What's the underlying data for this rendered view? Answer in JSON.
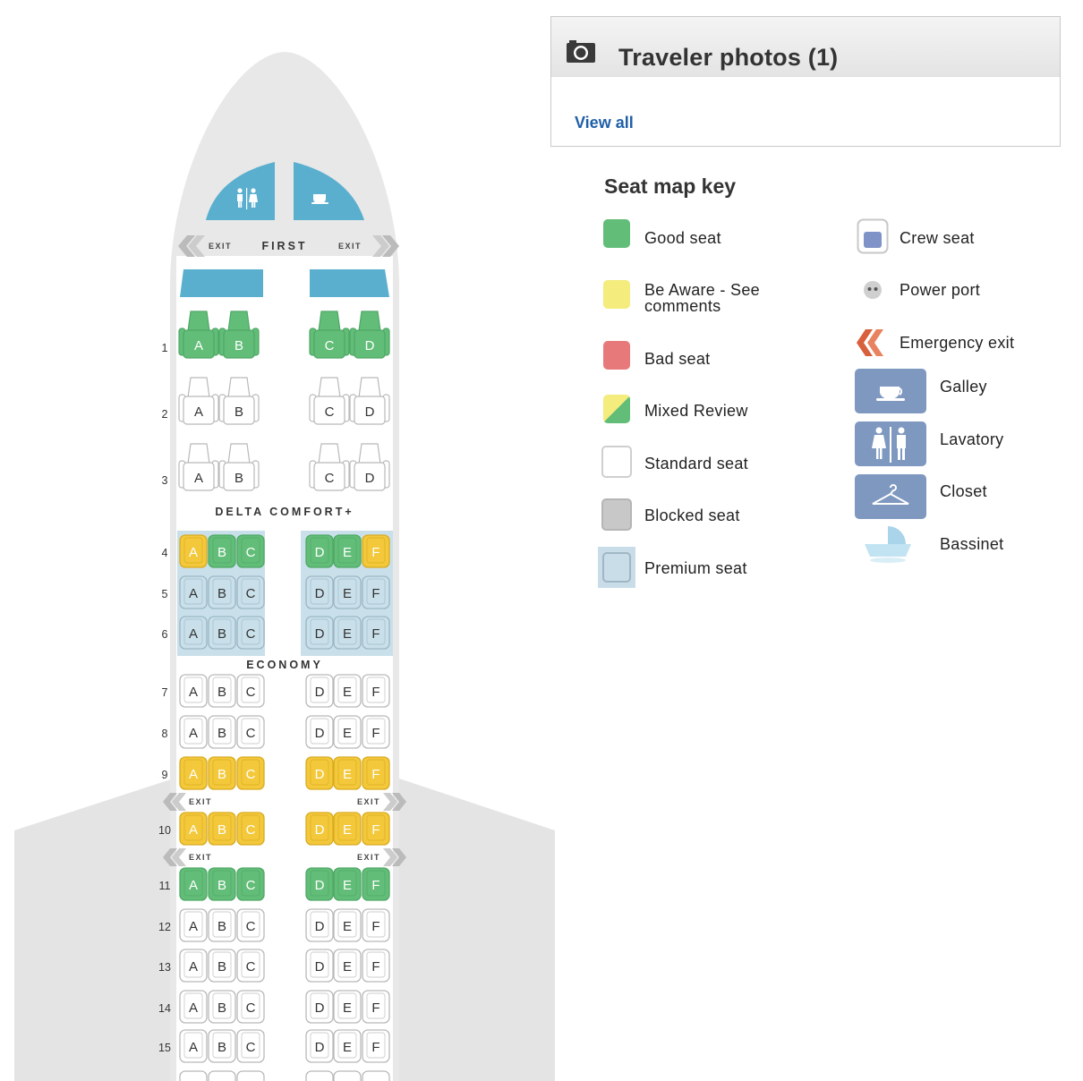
{
  "traveler_photos": {
    "title": "Traveler photos (1)",
    "view_all": "View all"
  },
  "seat_map_key": {
    "title": "Seat map key",
    "items": [
      {
        "label": "Good seat",
        "color": "#6cbf7b"
      },
      {
        "label": "Be Aware - See\ncomments",
        "color": "#f4ec7c"
      },
      {
        "label": "Bad seat",
        "color": "#e8797a"
      },
      {
        "label": "Mixed Review",
        "color": "#6cbf7b"
      },
      {
        "label": "Standard seat",
        "color": "#ffffff"
      },
      {
        "label": "Blocked seat",
        "color": "#c8c8c8"
      },
      {
        "label": "Premium seat",
        "color": "#c9dde8"
      },
      {
        "label": "Crew seat",
        "icon": "crew-seat-icon"
      },
      {
        "label": "Power port",
        "icon": "power-port-icon"
      },
      {
        "label": "Emergency exit",
        "icon": "emergency-exit-icon"
      },
      {
        "label": "Galley",
        "icon": "galley-icon"
      },
      {
        "label": "Lavatory",
        "icon": "lavatory-icon"
      },
      {
        "label": "Closet",
        "icon": "closet-icon"
      },
      {
        "label": "Bassinet",
        "icon": "bassinet-icon"
      }
    ]
  },
  "colors": {
    "good": "#62bd78",
    "aware": "#f3c83a",
    "premium": "#c9e0ea",
    "standard": "#ffffff",
    "fuselage": "#e6e6e6",
    "facility": "#5aafcf"
  },
  "seat_map": {
    "first_label": "FIRST",
    "comfort_label": "DELTA COMFORT+",
    "economy_label": "ECONOMY",
    "exit_label": "EXIT",
    "first_rows": [
      {
        "row": "1",
        "seats": [
          "A",
          "B",
          "C",
          "D"
        ],
        "status": [
          "good",
          "good",
          "good",
          "good"
        ]
      },
      {
        "row": "2",
        "seats": [
          "A",
          "B",
          "C",
          "D"
        ],
        "status": [
          "standard",
          "standard",
          "standard",
          "standard"
        ]
      },
      {
        "row": "3",
        "seats": [
          "A",
          "B",
          "C",
          "D"
        ],
        "status": [
          "standard",
          "standard",
          "standard",
          "standard"
        ]
      }
    ],
    "cabin_rows": [
      {
        "row": "4",
        "seats": [
          "A",
          "B",
          "C",
          "D",
          "E",
          "F"
        ],
        "status": [
          "aware",
          "good",
          "good",
          "good",
          "good",
          "aware"
        ]
      },
      {
        "row": "5",
        "seats": [
          "A",
          "B",
          "C",
          "D",
          "E",
          "F"
        ],
        "status": [
          "premium",
          "premium",
          "premium",
          "premium",
          "premium",
          "premium"
        ]
      },
      {
        "row": "6",
        "seats": [
          "A",
          "B",
          "C",
          "D",
          "E",
          "F"
        ],
        "status": [
          "premium",
          "premium",
          "premium",
          "premium",
          "premium",
          "premium"
        ]
      },
      {
        "row": "7",
        "seats": [
          "A",
          "B",
          "C",
          "D",
          "E",
          "F"
        ],
        "status": [
          "standard",
          "standard",
          "standard",
          "standard",
          "standard",
          "standard"
        ]
      },
      {
        "row": "8",
        "seats": [
          "A",
          "B",
          "C",
          "D",
          "E",
          "F"
        ],
        "status": [
          "standard",
          "standard",
          "standard",
          "standard",
          "standard",
          "standard"
        ]
      },
      {
        "row": "9",
        "seats": [
          "A",
          "B",
          "C",
          "D",
          "E",
          "F"
        ],
        "status": [
          "aware",
          "aware",
          "aware",
          "aware",
          "aware",
          "aware"
        ]
      },
      {
        "row": "10",
        "seats": [
          "A",
          "B",
          "C",
          "D",
          "E",
          "F"
        ],
        "status": [
          "aware",
          "aware",
          "aware",
          "aware",
          "aware",
          "aware"
        ]
      },
      {
        "row": "11",
        "seats": [
          "A",
          "B",
          "C",
          "D",
          "E",
          "F"
        ],
        "status": [
          "good",
          "good",
          "good",
          "good",
          "good",
          "good"
        ]
      },
      {
        "row": "12",
        "seats": [
          "A",
          "B",
          "C",
          "D",
          "E",
          "F"
        ],
        "status": [
          "standard",
          "standard",
          "standard",
          "standard",
          "standard",
          "standard"
        ]
      },
      {
        "row": "13",
        "seats": [
          "A",
          "B",
          "C",
          "D",
          "E",
          "F"
        ],
        "status": [
          "standard",
          "standard",
          "standard",
          "standard",
          "standard",
          "standard"
        ]
      },
      {
        "row": "14",
        "seats": [
          "A",
          "B",
          "C",
          "D",
          "E",
          "F"
        ],
        "status": [
          "standard",
          "standard",
          "standard",
          "standard",
          "standard",
          "standard"
        ]
      },
      {
        "row": "15",
        "seats": [
          "A",
          "B",
          "C",
          "D",
          "E",
          "F"
        ],
        "status": [
          "standard",
          "standard",
          "standard",
          "standard",
          "standard",
          "standard"
        ]
      }
    ]
  }
}
